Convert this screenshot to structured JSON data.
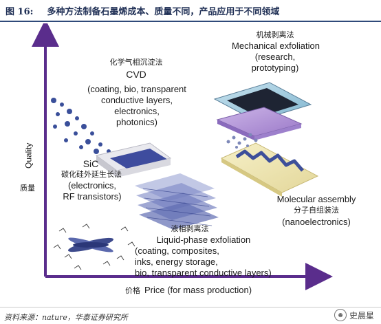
{
  "header": {
    "figure_label": "图 16:",
    "title": "多种方法制备石墨烯成本、质量不同，产品应用于不同领域"
  },
  "axes": {
    "y_label_en": "Quality",
    "y_label_zh": "质量",
    "x_label_zh": "价格",
    "x_label_en": "Price (for mass production)"
  },
  "methods": {
    "cvd": {
      "zh": "化学气相沉淀法",
      "en": "CVD",
      "uses": [
        "(coating, bio, transparent",
        "conductive layers,",
        "electronics,",
        "photonics)"
      ]
    },
    "mechanical": {
      "zh": "机械剥离法",
      "en": "Mechanical exfoliation",
      "uses": [
        "(research,",
        "prototyping)"
      ]
    },
    "sic": {
      "en": "SiC",
      "zh": "碳化硅外延生长法",
      "uses": [
        "(electronics,",
        "RF transistors)"
      ]
    },
    "molecular": {
      "en": "Molecular assembly",
      "zh": "分子自组装法",
      "uses": [
        "(nanoelectronics)"
      ]
    },
    "liquid": {
      "zh": "液相剥离法",
      "en": "Liquid-phase exfoliation",
      "uses": [
        "(coating, composites,",
        "inks, energy storage,",
        "bio, transparent conductive layers)"
      ]
    }
  },
  "footer": {
    "source": "资料来源：nature，华泰证券研究所",
    "watermark": "史晨星"
  },
  "colors": {
    "title": "#1f2f55",
    "axis": "#5a2d8c",
    "navy": "#1d2d78",
    "substrate": "#e8e8e8"
  }
}
